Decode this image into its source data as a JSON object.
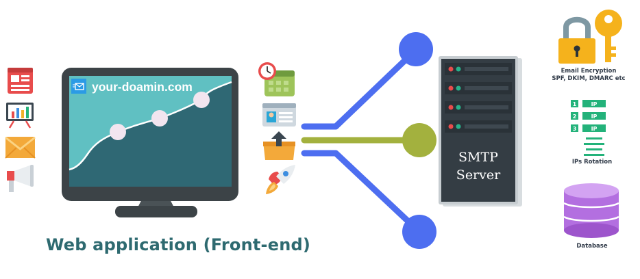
{
  "monitor": {
    "domain": "your-doamin.com"
  },
  "caption": "Web application (Front-end)",
  "server": {
    "line1": "SMTP",
    "line2": "Server"
  },
  "security": {
    "line1": "Email Encryption",
    "line2": "SPF, DKIM, DMARC etc"
  },
  "ips": {
    "items": [
      "1",
      "2",
      "3"
    ],
    "item_text": "IP",
    "label": "IPs Rotation"
  },
  "database": {
    "label": "Database"
  },
  "colors": {
    "blue": "#4d6ef0",
    "olive": "#a3b13e",
    "teal_text": "#2e6a70",
    "green": "#23b27a",
    "purple": "#b36fe0"
  },
  "icons": {
    "left": [
      "webpage-icon",
      "chart-board-icon",
      "envelope-icon",
      "megaphone-icon"
    ],
    "middle": [
      "calendar-clock-icon",
      "contact-card-icon",
      "upload-box-icon",
      "rocket-icon"
    ]
  }
}
